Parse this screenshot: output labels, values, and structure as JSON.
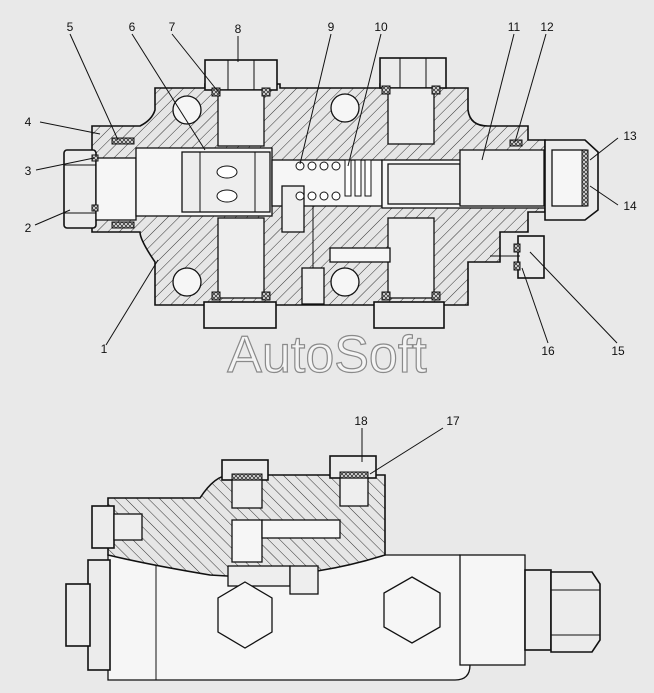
{
  "watermark": "AutoSoft",
  "callouts": {
    "c1": "1",
    "c2": "2",
    "c3": "3",
    "c4": "4",
    "c5": "5",
    "c6": "6",
    "c7": "7",
    "c8": "8",
    "c9": "9",
    "c10": "10",
    "c11": "11",
    "c12": "12",
    "c13": "13",
    "c14": "14",
    "c15": "15",
    "c16": "16",
    "c17": "17",
    "c18": "18"
  }
}
